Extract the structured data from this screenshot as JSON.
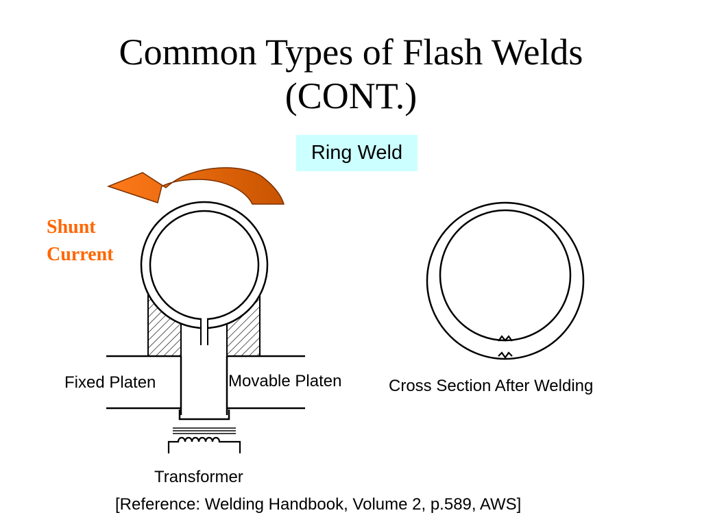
{
  "title": {
    "line1": "Common Types of Flash Welds",
    "line2": "(CONT.)"
  },
  "subtitle": "Ring Weld",
  "labels": {
    "shunt_line1": "Shunt",
    "shunt_line2": "Current",
    "fixed_platen": "Fixed Platen",
    "movable_platen": "Movable Platen",
    "cross_section": "Cross Section After Welding",
    "transformer": "Transformer",
    "reference": "[Reference: Welding Handbook, Volume 2, p.589, AWS]"
  },
  "colors": {
    "arrow": "#ff6600",
    "arrow_dark": "#b84a00",
    "subtitle_bg": "#ccffff",
    "shunt_text": "#ff6600"
  }
}
